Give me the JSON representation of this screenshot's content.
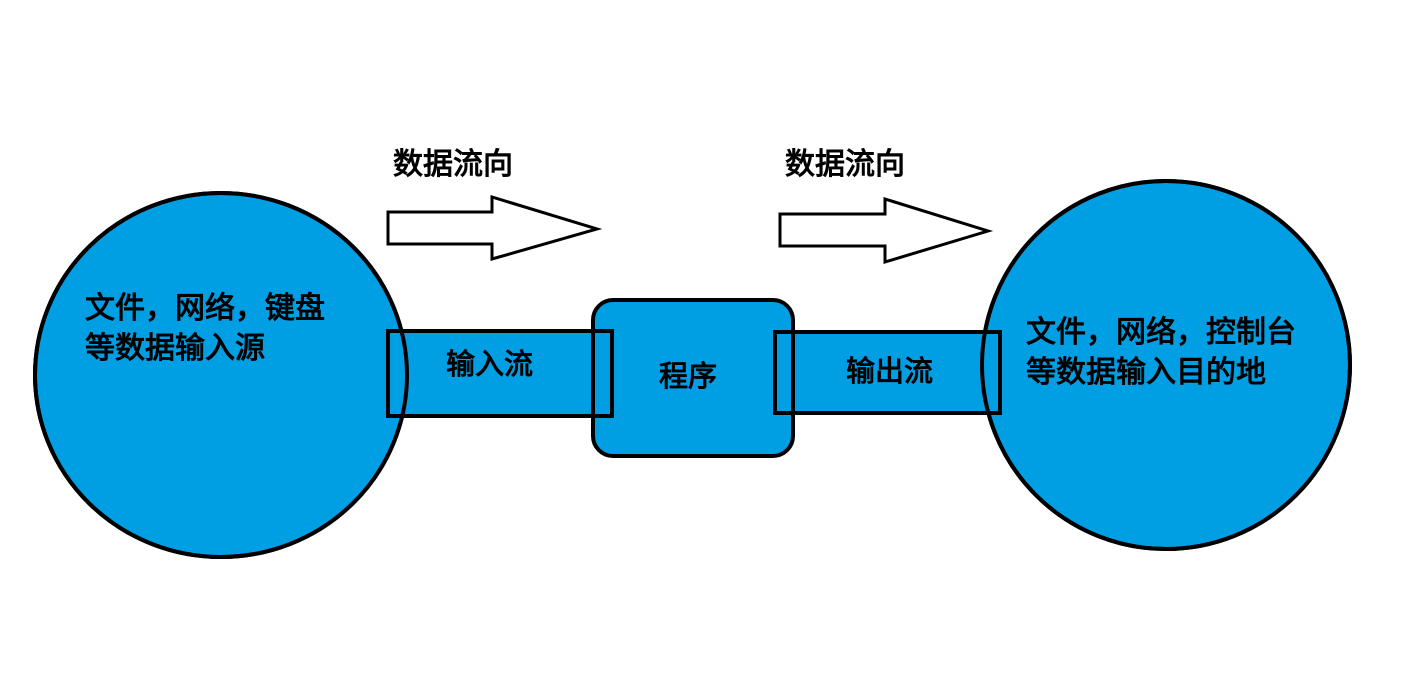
{
  "colors": {
    "fill": "#009fe3",
    "stroke": "#000000",
    "arrow_fill": "#ffffff",
    "background": "#ffffff"
  },
  "arrows": {
    "left_label": "数据流向",
    "right_label": "数据流向"
  },
  "source": {
    "line1": "文件，网络，键盘",
    "line2": "等数据输入源"
  },
  "input_stream": {
    "label": "输入流"
  },
  "program": {
    "label": "程序"
  },
  "output_stream": {
    "label": "输出流"
  },
  "destination": {
    "line1": "文件，网络，控制台",
    "line2": "等数据输入目的地"
  }
}
